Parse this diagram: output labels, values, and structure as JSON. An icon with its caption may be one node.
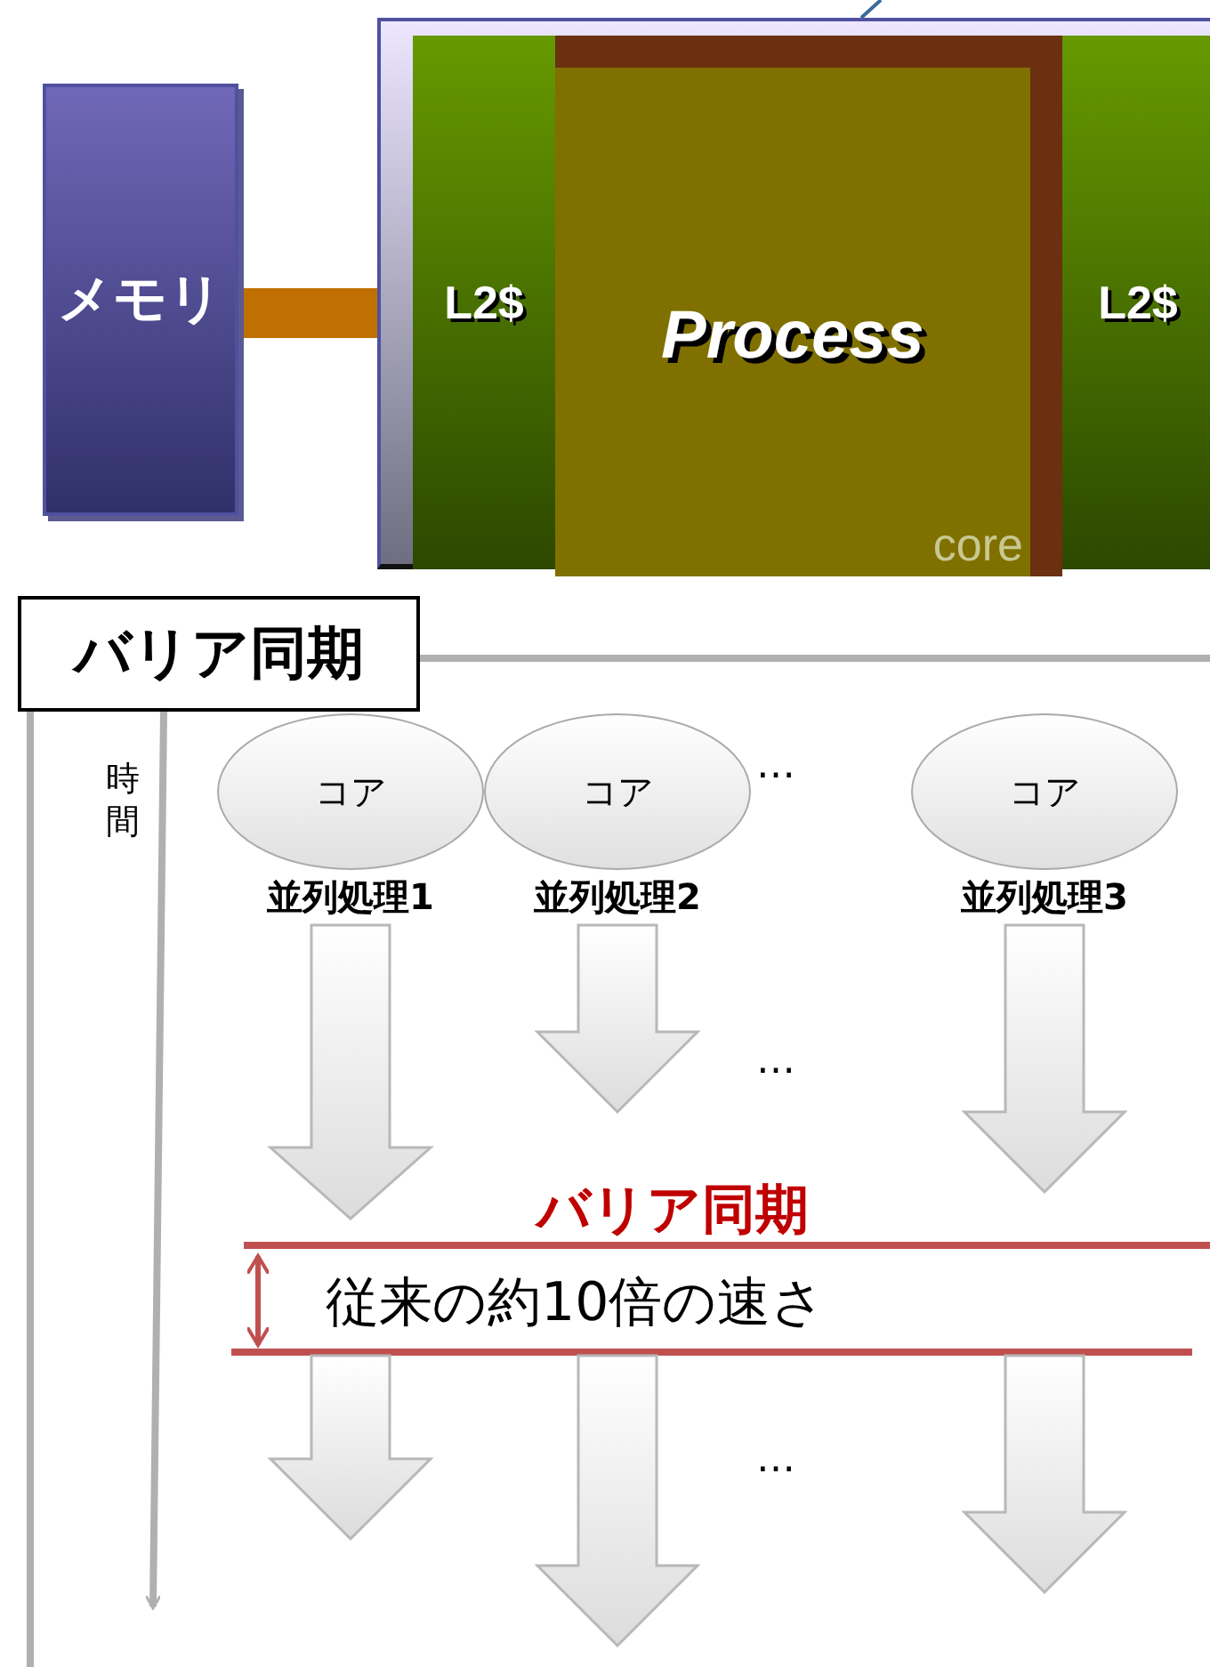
{
  "diagram": {
    "nodes": [
      {
        "text": [
          "メモリ"
        ]
      },
      {
        "text": [],
        "shape": "box"
      },
      {
        "text": [
          "L2$"
        ],
        "in": 1
      },
      {
        "text": [
          "Process",
          "core"
        ],
        "in": 1
      },
      {
        "text": [
          "L2$"
        ],
        "in": 1
      },
      {
        "text": [
          "バリア同期"
        ]
      },
      {
        "text": [
          "コア"
        ],
        "beside": [
          "並列処理1"
        ]
      },
      {
        "text": [
          "コア"
        ],
        "beside": [
          "並列処理2"
        ]
      },
      {
        "text": [
          "コア"
        ],
        "beside": [
          "並列処理3"
        ]
      }
    ],
    "edges": [
      {
        "from": 0,
        "to": 1,
        "arrow": "none",
        "color": "#c07000"
      },
      {
        "from": 6,
        "to": null,
        "arrow": "to"
      },
      {
        "from": 7,
        "to": null,
        "arrow": "to"
      },
      {
        "from": 8,
        "to": null,
        "arrow": "to"
      }
    ],
    "labels": [
      "時間",
      "…",
      "…",
      "バリア同期",
      "従来の約10倍の速さ",
      "…"
    ]
  }
}
